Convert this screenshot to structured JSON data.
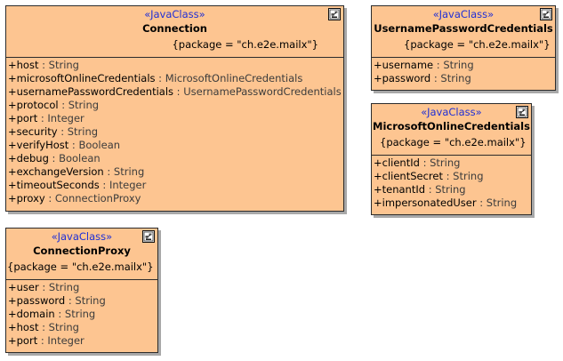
{
  "classes": {
    "connection": {
      "stereotype": "«JavaClass»",
      "name": "Connection",
      "package": "{package = \"ch.e2e.mailx\"}",
      "icon": "class-diagram-icon",
      "attributes": [
        {
          "name": "+host",
          "sep": " : ",
          "type": "String"
        },
        {
          "name": "+microsoftOnlineCredentials",
          "sep": " : ",
          "type": "MicrosoftOnlineCredentials"
        },
        {
          "name": "+usernamePasswordCredentials",
          "sep": " : ",
          "type": "UsernamePasswordCredentials"
        },
        {
          "name": "+protocol",
          "sep": " : ",
          "type": "String"
        },
        {
          "name": "+port",
          "sep": " : ",
          "type": "Integer"
        },
        {
          "name": "+security",
          "sep": " : ",
          "type": "String"
        },
        {
          "name": "+verifyHost",
          "sep": " : ",
          "type": "Boolean"
        },
        {
          "name": "+debug",
          "sep": " : ",
          "type": "Boolean"
        },
        {
          "name": "+exchangeVersion",
          "sep": " : ",
          "type": "String"
        },
        {
          "name": "+timeoutSeconds",
          "sep": " : ",
          "type": "Integer"
        },
        {
          "name": "+proxy",
          "sep": " : ",
          "type": "ConnectionProxy"
        }
      ]
    },
    "usernamePasswordCredentials": {
      "stereotype": "«JavaClass»",
      "name": "UsernamePasswordCredentials",
      "package": "{package = \"ch.e2e.mailx\"}",
      "icon": "class-diagram-icon",
      "attributes": [
        {
          "name": "+username",
          "sep": " : ",
          "type": "String"
        },
        {
          "name": "+password",
          "sep": " : ",
          "type": "String"
        }
      ]
    },
    "microsoftOnlineCredentials": {
      "stereotype": "«JavaClass»",
      "name": "MicrosoftOnlineCredentials",
      "package": "{package = \"ch.e2e.mailx\"}",
      "icon": "class-diagram-icon",
      "attributes": [
        {
          "name": "+clientId",
          "sep": " : ",
          "type": "String"
        },
        {
          "name": "+clientSecret",
          "sep": " : ",
          "type": "String"
        },
        {
          "name": "+tenantId",
          "sep": " : ",
          "type": "String"
        },
        {
          "name": "+impersonatedUser",
          "sep": " : ",
          "type": "String"
        }
      ]
    },
    "connectionProxy": {
      "stereotype": "«JavaClass»",
      "name": "ConnectionProxy",
      "package": "{package = \"ch.e2e.mailx\"}",
      "icon": "class-diagram-icon",
      "attributes": [
        {
          "name": "+user",
          "sep": " : ",
          "type": "String"
        },
        {
          "name": "+password",
          "sep": " : ",
          "type": "String"
        },
        {
          "name": "+domain",
          "sep": " : ",
          "type": "String"
        },
        {
          "name": "+host",
          "sep": " : ",
          "type": "String"
        },
        {
          "name": "+port",
          "sep": " : ",
          "type": "Integer"
        }
      ]
    }
  },
  "colors": {
    "class_fill": "#fdc591",
    "stereotype": "#1f2fd6",
    "border": "#2b2b2b"
  }
}
